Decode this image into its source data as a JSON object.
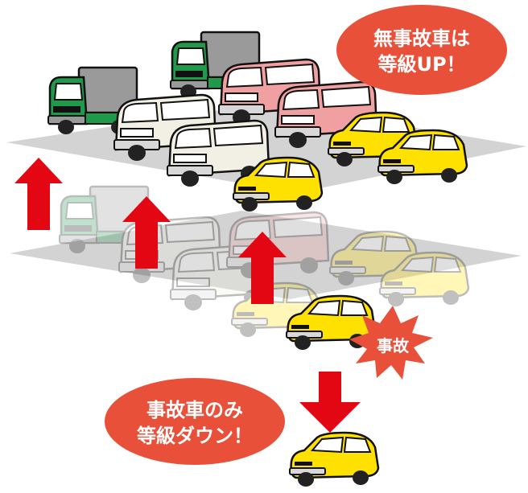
{
  "top_bubble": {
    "line1": "無事故車は",
    "line2": "等級UP！"
  },
  "bottom_bubble": {
    "line1": "事故車のみ",
    "line2": "等級ダウン！"
  },
  "burst_label": "事故",
  "colors": {
    "bubble": "#E9503A",
    "arrow": "#E30613",
    "burst": "#E9503A",
    "platform": "#D3D3D3",
    "truck_green": "#1E9A4A",
    "van_white": "#F2F0E4",
    "van_pink": "#F0A0A0",
    "car_yellow": "#FFE100"
  },
  "vehicles": {
    "upper_level": [
      "green-truck",
      "green-truck",
      "white-van",
      "white-van",
      "pink-van",
      "pink-van",
      "yellow-car",
      "yellow-car",
      "yellow-car"
    ],
    "lower_level_faded": [
      "green-truck",
      "white-van",
      "white-van",
      "pink-van",
      "yellow-car",
      "yellow-car",
      "yellow-car"
    ],
    "accident_car": "yellow-car",
    "downgraded_car": "yellow-car"
  }
}
